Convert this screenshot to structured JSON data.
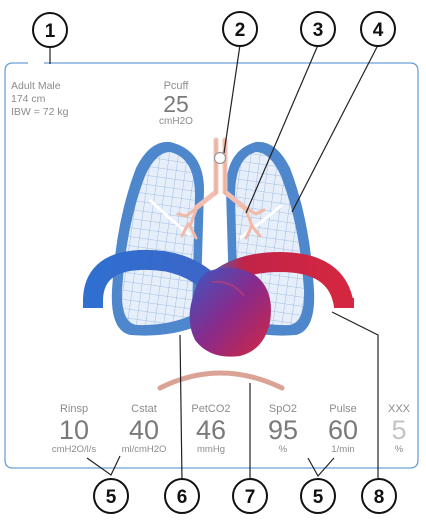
{
  "patient": {
    "type": "Adult Male",
    "height": "174 cm",
    "ibw": "IBW = 72 kg"
  },
  "pcuff": {
    "label": "Pcuff",
    "value": "25",
    "unit": "cmH2O"
  },
  "parameters": [
    {
      "label": "Rinsp",
      "value": "10",
      "unit": "cmH2O/l/s"
    },
    {
      "label": "Cstat",
      "value": "40",
      "unit": "ml/cmH2O"
    },
    {
      "label": "PetCO2",
      "value": "46",
      "unit": "mmHg"
    },
    {
      "label": "SpO2",
      "value": "95",
      "unit": "%"
    },
    {
      "label": "Pulse",
      "value": "60",
      "unit": "1/min"
    },
    {
      "label": "XXX",
      "value": "5",
      "unit": "%"
    }
  ],
  "callouts": [
    "1",
    "2",
    "3",
    "4",
    "5",
    "6",
    "7",
    "5",
    "8"
  ],
  "colors": {
    "lung_outer": "#4f87cc",
    "lung_inner": "#c9d9ef",
    "vessel_blue": "#2f6fd0",
    "vessel_red": "#d42640",
    "bronchi": "#f2b8a8",
    "diaphragm": "#dba396",
    "frame": "#6aa0d6"
  }
}
